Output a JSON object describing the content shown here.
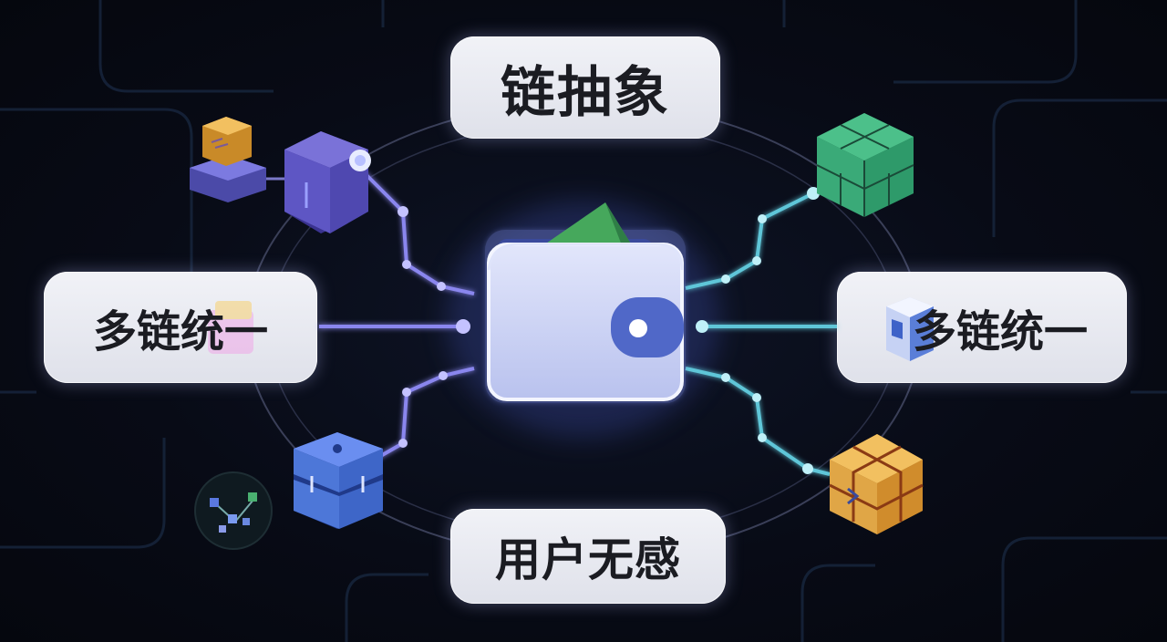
{
  "labels": {
    "top": "链抽象",
    "bottom": "用户无感",
    "left": "多链统一",
    "right": "多链统一"
  },
  "icons": {
    "center": "wallet-icon",
    "top_left": "purple-block-cube-icon",
    "top_left_small": "orange-block-stack-icon",
    "bottom_left": "blue-block-stack-icon",
    "bottom_left_small": "node-network-icon",
    "top_right": "green-lattice-cube-icon",
    "bottom_right": "orange-block-cube-icon",
    "right_small": "blue-puzzle-cube-icon"
  },
  "colors": {
    "background": "#070a14",
    "label_bg": "#e6e8ef",
    "label_text": "#1b1c22",
    "wallet_body": "#c9d0f2",
    "wallet_clasp": "#5068c8",
    "card_green": "#46a85c",
    "line_left": "#8a86ee",
    "line_right": "#5ec6d8",
    "cube_purple": "#5a52b4",
    "cube_blue": "#3e66c8",
    "cube_green": "#2e9a6a",
    "cube_orange": "#e0a646"
  }
}
